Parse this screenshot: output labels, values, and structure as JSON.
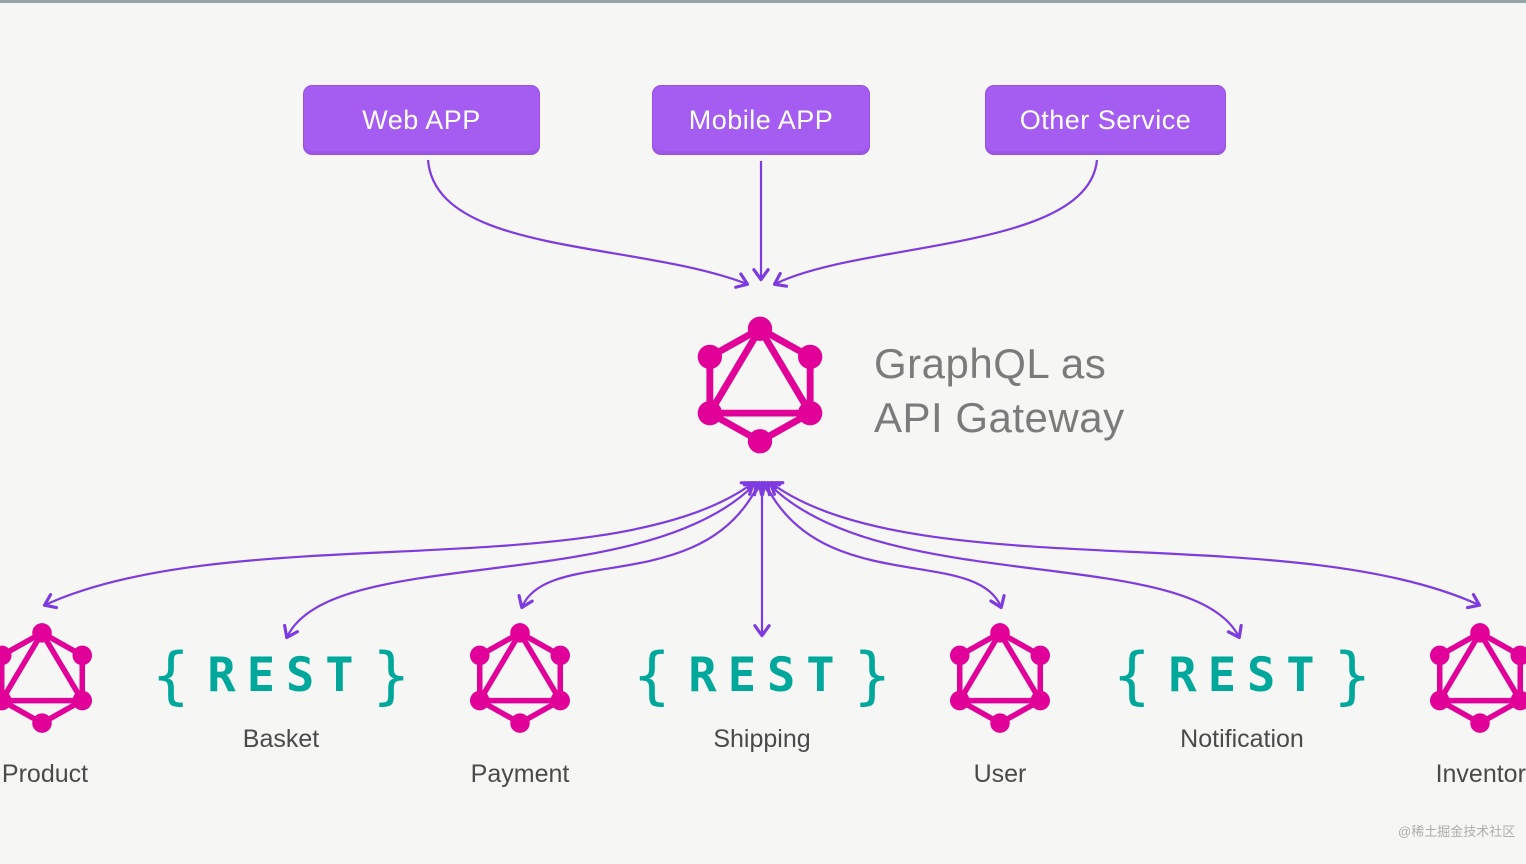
{
  "clients": [
    {
      "label": "Web APP"
    },
    {
      "label": "Mobile APP"
    },
    {
      "label": "Other Service"
    }
  ],
  "gateway": {
    "title_line1": "GraphQL as",
    "title_line2": "API Gateway"
  },
  "services": [
    {
      "name": "Product",
      "type": "graphql"
    },
    {
      "name": "Basket",
      "type": "rest"
    },
    {
      "name": "Payment",
      "type": "graphql"
    },
    {
      "name": "Shipping",
      "type": "rest"
    },
    {
      "name": "User",
      "type": "graphql"
    },
    {
      "name": "Notification",
      "type": "rest"
    },
    {
      "name": "Inventory",
      "type": "graphql"
    }
  ],
  "rest_label": {
    "open_brace": "{",
    "text": "REST",
    "close_brace": "}"
  },
  "icons": {
    "graphql_logo": "graphql-hexagon-triangle-logo",
    "rest_badge": "curly-braces-rest-glyph",
    "arrow": "purple-curved-connector-arrow"
  },
  "colors": {
    "client_box_purple": "#a55cf1",
    "arrow_purple": "#7d3be0",
    "graphql_pink": "#e10098",
    "rest_teal": "#00a79b",
    "title_gray": "#7b7b7b",
    "label_gray": "#4a4a4a",
    "background": "#f6f6f4"
  },
  "watermark": "@稀土掘金技术社区"
}
